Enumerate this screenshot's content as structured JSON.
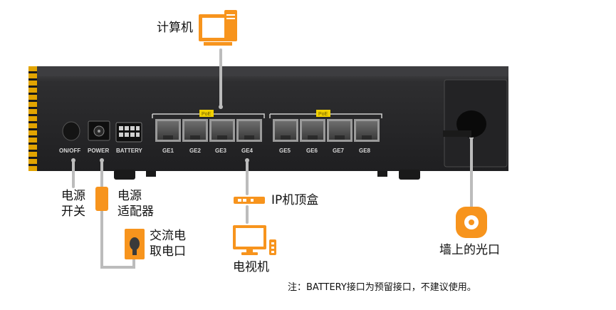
{
  "labels": {
    "computer": "计算机",
    "power_switch_line1": "电源",
    "power_switch_line2": "开关",
    "power_adapter_line1": "电源",
    "power_adapter_line2": "适配器",
    "ac_outlet_line1": "交流电",
    "ac_outlet_line2": "取电口",
    "iptv_box": "IP机顶盒",
    "television": "电视机",
    "fiber_wall": "墙上的光口",
    "note": "注：BATTERY接口为预留接口，不建议使用。"
  },
  "device": {
    "onoff": "ON/OFF",
    "power": "POWER",
    "battery": "BATTERY",
    "poe_left": "PoE",
    "poe_right": "PoE",
    "ports": [
      "GE1",
      "GE2",
      "GE3",
      "GE4",
      "GE5",
      "GE6",
      "GE7",
      "GE8"
    ]
  },
  "colors": {
    "accent_orange": "#f7941d",
    "connector_gray": "#bcbcbc",
    "device_body": "#2b2b2d",
    "device_edge": "#f0b400"
  },
  "icons": [
    "computer-icon",
    "power-adapter-icon",
    "ac-outlet-icon",
    "settop-box-icon",
    "tv-icon",
    "fiber-port-icon"
  ]
}
